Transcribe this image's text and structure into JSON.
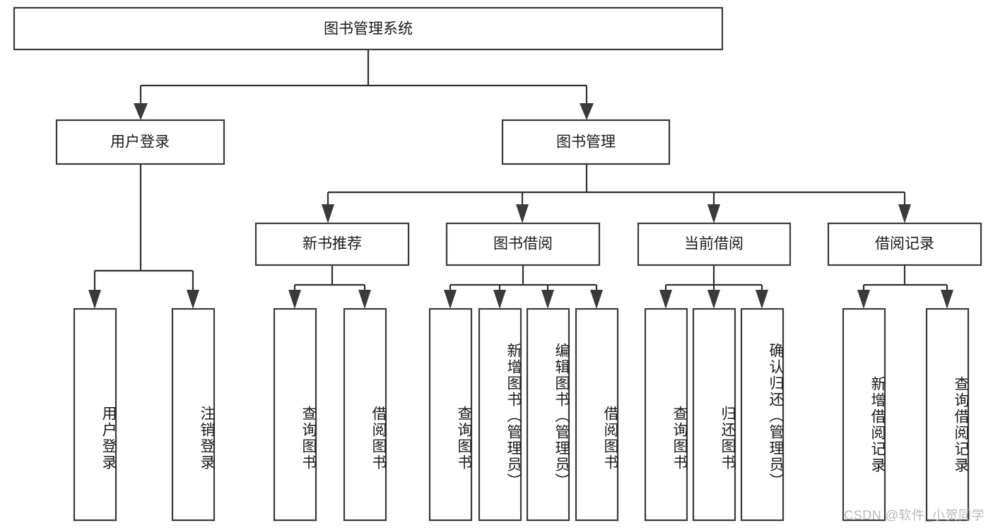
{
  "diagram": {
    "title": "图书管理系统",
    "type": "tree-hierarchy-diagram",
    "colors": {
      "box_stroke": "#3a3a3a",
      "box_fill": "#ffffff",
      "connector": "#2f2f2f",
      "text": "#1a1a1a",
      "background": "#ffffff",
      "watermark": "#b9b9b9"
    },
    "root": {
      "label": "图书管理系统"
    },
    "level2": [
      {
        "label": "用户登录"
      },
      {
        "label": "图书管理"
      }
    ],
    "level3": [
      {
        "label": "新书推荐"
      },
      {
        "label": "图书借阅"
      },
      {
        "label": "当前借阅"
      },
      {
        "label": "借阅记录"
      }
    ],
    "leaves": {
      "user_login": [
        {
          "label": "用户登录"
        },
        {
          "label": "注销登录"
        }
      ],
      "new_book_recommend": [
        {
          "label": "查询图书"
        },
        {
          "label": "借阅图书"
        }
      ],
      "book_borrow": [
        {
          "label": "查询图书"
        },
        {
          "label": "新增图书（管理员）"
        },
        {
          "label": "编辑图书（管理员）"
        },
        {
          "label": "借阅图书"
        }
      ],
      "current_borrow": [
        {
          "label": "查询图书"
        },
        {
          "label": "归还图书"
        },
        {
          "label": "确认归还（管理员）"
        }
      ],
      "borrow_record": [
        {
          "label": "新增借阅记录"
        },
        {
          "label": "查询借阅记录"
        }
      ]
    }
  },
  "watermark": {
    "text": "CSDN @软件_小贺同学"
  }
}
